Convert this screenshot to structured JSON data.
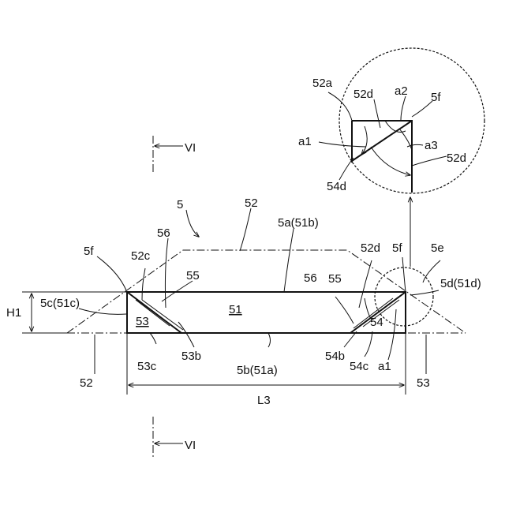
{
  "section_marks": {
    "top": "VI",
    "bottom": "VI"
  },
  "labels": {
    "l5": "5",
    "l52_top": "52",
    "l5a": "5a(51b)",
    "l56_left": "56",
    "l5f_left": "5f",
    "l52c": "52c",
    "l55_left": "55",
    "l5c": "5c(51c)",
    "lH1": "H1",
    "l53": "53",
    "l51": "51",
    "l53c": "53c",
    "l53b": "53b",
    "l5b": "5b(51a)",
    "l52_bottom": "52",
    "lL3": "L3",
    "l52d_main": "52d",
    "l5f_right": "5f",
    "l5e": "5e",
    "l56_right": "56",
    "l55_right": "55",
    "l5d": "5d(51d)",
    "l54": "54",
    "l54b": "54b",
    "l54c": "54c",
    "la1_main": "a1",
    "l53_right": "53",
    "l52a": "52a",
    "l52d_detail": "52d",
    "la2": "a2",
    "l5f_detail": "5f",
    "la1_detail": "a1",
    "la3": "a3",
    "l52d_detail2": "52d",
    "l54d": "54d"
  }
}
